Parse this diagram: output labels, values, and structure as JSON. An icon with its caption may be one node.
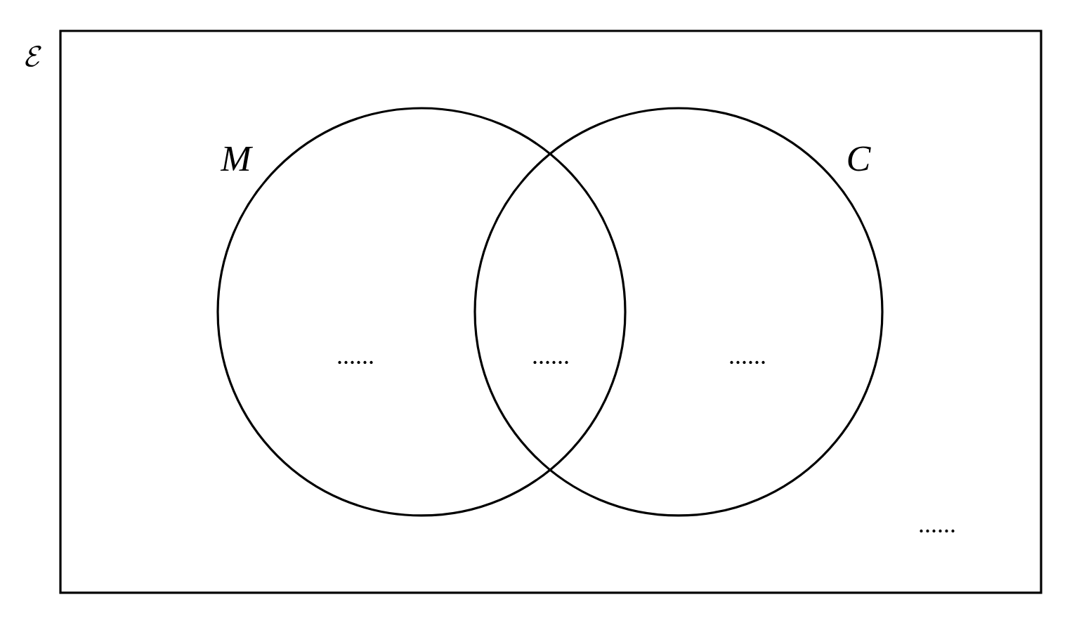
{
  "diagram": {
    "nodes": [
      {
        "text": [
          "\\mathcal{E}"
        ]
      },
      {
        "text": [
          "M"
        ],
        "in": 0
      },
      {
        "text": [
          "C"
        ],
        "in": 0
      }
    ],
    "labels": [
      "......",
      "......",
      "......",
      "......"
    ]
  }
}
